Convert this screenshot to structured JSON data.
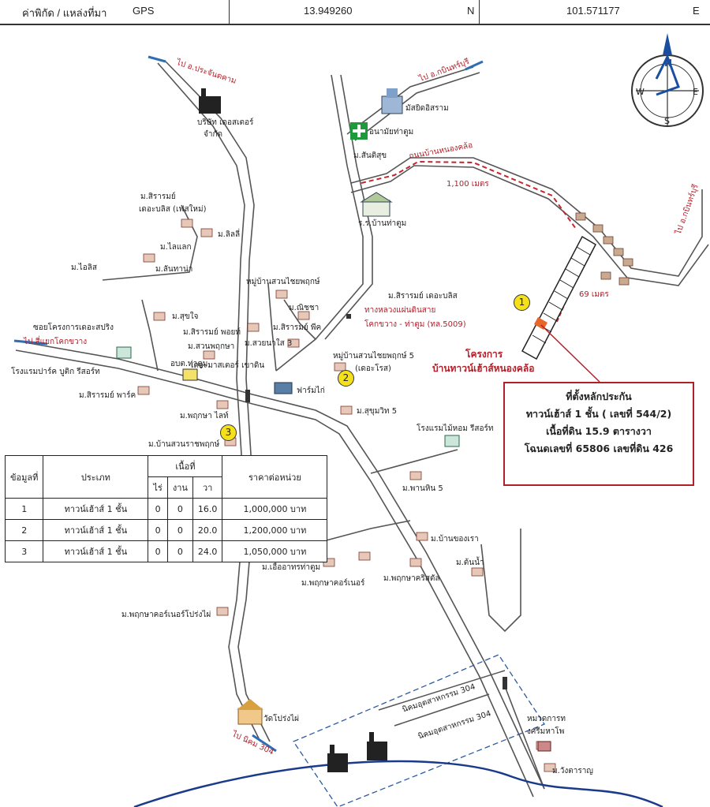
{
  "header": {
    "coord_label": "ค่าพิกัด / แหล่งที่มา",
    "source": "GPS",
    "latitude": "13.949260",
    "lat_suffix": "N",
    "longitude": "101.571177",
    "lon_suffix": "E"
  },
  "compass": {
    "n": "N",
    "s": "S",
    "e": "E",
    "w": "W"
  },
  "places": {
    "to_prachantakham": "ไป อ.ประจันตคาม",
    "to_kabinburi_top": "ไป อ.กบินทร์บุรี",
    "to_kabinburi_right": "ไป อ.กบินทร์บุรี",
    "to_srimahaphot": "ไป สี่แยกโคกขวาง",
    "to_nikhom304": "ไป นิคม 304",
    "mosque": "มัสยิดอิสราม",
    "health_center": "อนามัยท่าตูม",
    "santisuk": "ม.สันติสุข",
    "school": "ร.ร.บ้านท่าตูม",
    "factory_company_1": "บริษัท เดอสเตอร์",
    "factory_company_2": "จำกัด",
    "road_nongklo": "ถนนบ้านหนองคล้อ",
    "dist_1100": "1,100 เมตร",
    "dist_69": "69 เมตร",
    "sirarom_flower_1": "ม.สิรารมย์",
    "sirarom_flower_2": "เดอะบลิส (เฟสใหม่)",
    "lilly": "ม.ลิลลี่",
    "lilac": "ม.ไลแลก",
    "tanthana": "ม.ลันทาน่า",
    "ilis": "ม.ไอลิส",
    "suanchai_village": "หมู่บ้านสวนไชยพฤกษ์",
    "sirarom_bliss": "ม.สิรารมย์ เดอะบลิส",
    "highway_label": "ทางหลวงแผ่นดินสาย",
    "highway_route": "โคกขวาง - ท่าตูม (ทล.5009)",
    "chaiyapruek": "ม.ณิชชา",
    "sirarom_pid": "ม.สิรารมย์ พีค",
    "sirarom_point": "ม.สิรารมย์ พอยท์",
    "supachai": "ม.สุขใจ",
    "suanpruek": "ม.สวนพฤกษา",
    "sawainai": "ม.สวยนาใส 3",
    "suanchai5_a": "หมู่บ้านสวนไชยพฤกษ์ 5",
    "suanchai5_b": "(เดอะโรส)",
    "project_1": "โครงการ",
    "project_2": "บ้านทาวน์เฮ้าส์หนองคล้อ",
    "soi_project": "ซอยโครงการเดอะสปริง",
    "resort_boutique": "โรงแรมปาร์ค บูติก รีสอร์ท",
    "tambon": "อบต.ท่าตูม",
    "the_master": "เดอะมาสเตอร์ เขาดิน",
    "farm": "ฟาร์มไก่",
    "sirarom_park": "ม.สิรารมย์ พาร์ค",
    "pruksa_light": "ม.พฤกษา ไลท์",
    "suanrat": "ม.บ้านสวนราชพฤกษ์",
    "sukhumvit": "ม.สุขุมวิท 5",
    "hotel_maihom": "โรงแรมไม้หอม รีสอร์ท",
    "panhin": "ม.พานหิน 5",
    "bankhongrao": "ม.บ้านของเรา",
    "tonnam": "ม.ต้นน้ำ",
    "ueaarthon": "ม.เอื้ออาทรท่าตูม",
    "pruksa_corner": "ม.พฤกษาคอร์เนอร์",
    "pruksa_crystal": "ม.พฤกษาคริสตัล",
    "pruksa_prongphai": "ม.พฤกษาคอร์เนอร์โปร่งไผ่",
    "wat": "วัดโปร่งไผ่",
    "industrial_1": "นิคมอุตสาหกรรม 304",
    "industrial_2": "นิคมอุตสาหกรรม 304",
    "police_1": "หมวดการท",
    "police_2": "งศรีมหาโพ",
    "wangtaran": "ม.วังตาราญ"
  },
  "markers": [
    "1",
    "2",
    "3"
  ],
  "info_box": {
    "title": "ที่ตั้งหลักประกัน",
    "line1": "ทาวน์เฮ้าส์ 1 ชั้น ( เลขที่ 544/2)",
    "line2": "เนื้อที่ดิน 15.9 ตารางวา",
    "line3": "โฉนดเลขที่ 65806 เลขที่ดิน 426"
  },
  "table": {
    "headers": {
      "no": "ข้อมูลที่",
      "type": "ประเภท",
      "area": "เนื้อที่",
      "rai": "ไร่",
      "ngan": "งาน",
      "wa": "วา",
      "price": "ราคาต่อหน่วย"
    },
    "rows": [
      {
        "no": "1",
        "type": "ทาวน์เฮ้าส์ 1 ชั้น",
        "rai": "0",
        "ngan": "0",
        "wa": "16.0",
        "price": "1,000,000 บาท"
      },
      {
        "no": "2",
        "type": "ทาวน์เฮ้าส์ 1 ชั้น",
        "rai": "0",
        "ngan": "0",
        "wa": "20.0",
        "price": "1,200,000 บาท"
      },
      {
        "no": "3",
        "type": "ทาวน์เฮ้าส์ 1 ชั้น",
        "rai": "0",
        "ngan": "0",
        "wa": "24.0",
        "price": "1,050,000 บาท"
      }
    ]
  }
}
